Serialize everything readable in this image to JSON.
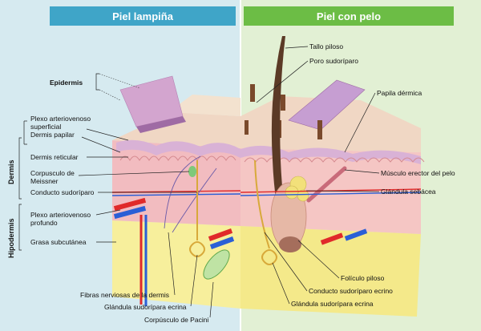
{
  "headers": {
    "left": "Piel lampiña",
    "right": "Piel con pelo"
  },
  "layers": {
    "dermis": "Dermis",
    "hipodermis": "Hipodermis"
  },
  "left_labels": {
    "epidermis": "Epidermis",
    "plexo_sup_1": "Plexo arteriovenoso",
    "plexo_sup_2": "superficial",
    "dermis_papilar": "Dermis papilar",
    "dermis_reticular": "Dermis reticular",
    "corpusculo_meissner_1": "Corpusculo de",
    "corpusculo_meissner_2": "Meissner",
    "conducto_sudoriparo": "Conducto sudoríparo",
    "plexo_prof_1": "Plexo arteriovenoso",
    "plexo_prof_2": "profundo",
    "grasa": "Grasa subcutánea"
  },
  "bottom_labels": {
    "fibras": "Fibras nerviosas de la dermis",
    "glandula_ecrina": "Glándula sudorípara ecrina",
    "pacini": "Corpúsculo de Pacini"
  },
  "right_labels": {
    "tallo": "Tallo piloso",
    "poro": "Poro sudoríparo",
    "papila": "Papila dérmica",
    "musculo": "Músculo erector del pelo",
    "sebacea": "Glándula sebácea",
    "foliculo": "Folículo piloso",
    "conducto_ecrino": "Conducto sudoríparo ecrino",
    "glandula_ecrina": "Glándula sudorípara ecrina"
  },
  "colors": {
    "left_bg": "#d6eaf0",
    "right_bg": "#e2f0d4",
    "left_header": "#3fa5c8",
    "right_header": "#6cbd45",
    "epidermis": "#d9b2d6",
    "dermis": "#f2bcc0",
    "fat": "#f7ef9c",
    "artery": "#e02a2a",
    "vein": "#2a5fd6"
  }
}
